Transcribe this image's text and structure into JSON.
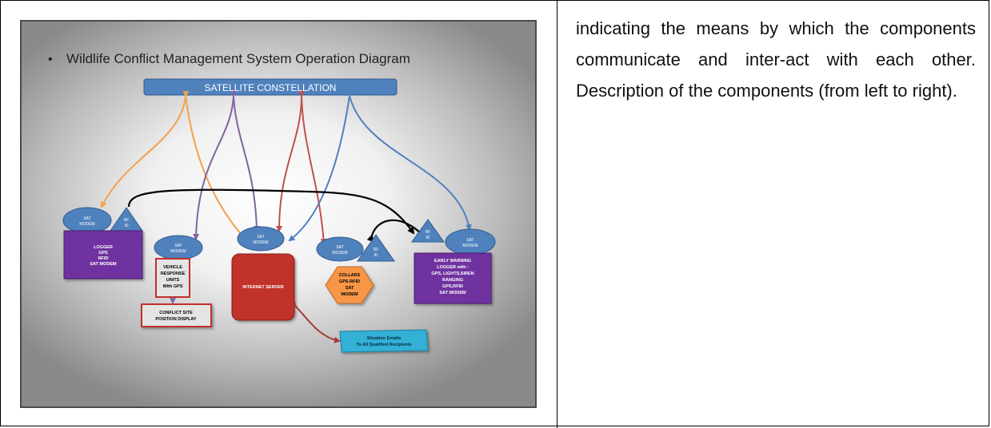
{
  "slide": {
    "bullet": "•",
    "title": "Wildlife Conflict Management System Operation Diagram",
    "satellite": "SATELLITE CONSTELLATION",
    "sat_modem_label": [
      "SAT",
      "MODEM"
    ],
    "rfid_label": [
      "RF",
      "ID"
    ],
    "logger": [
      "LOGGER",
      "GPS",
      "RFID",
      "SAT MODEM"
    ],
    "vehicle": [
      "VEHICLE",
      "RESPONSE",
      "UNITS",
      "With GPS"
    ],
    "conflict_site": [
      "CONFLICT SITE",
      "POSITION DISPLAY"
    ],
    "internet_server": "INTERNET SERVER",
    "collars": [
      "COLLARS",
      "GPS-RFID",
      "SAT",
      "MODEM"
    ],
    "early_warning": [
      "EARLY WARNING",
      "LOGGER with :",
      "GPS, LIGHTS,SIREN",
      "RANGING",
      "GPS,RFID",
      "SAT MODEM"
    ],
    "emails": [
      "Situation Emails",
      "To All Qualified Recipients"
    ]
  },
  "text_column": {
    "paragraph": "indicating the means by which the components communicate and inter-act with each other. Description of the components (from left to right)."
  },
  "colors": {
    "satellite_box": "#4f81bd",
    "node_blue": "#4f81bd",
    "logger_purple": "#7030a0",
    "server_red": "#c0302a",
    "collars_orange": "#f79646",
    "emails_cyan": "#31b0d5",
    "arrow_orange": "#f5a04a",
    "arrow_purple": "#8064a2",
    "arrow_red": "#c0504d",
    "arrow_blue": "#4f81bd",
    "arrow_black": "#000000",
    "arrow_dark_red": "#a33a36"
  }
}
